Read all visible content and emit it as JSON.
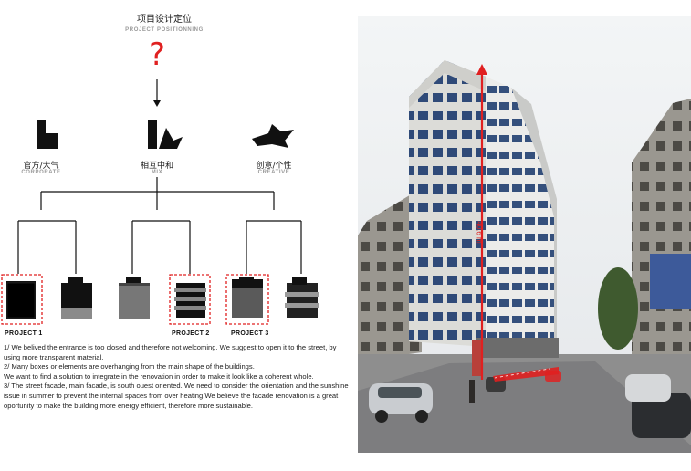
{
  "header": {
    "title_cn": "项目设计定位",
    "title_en": "PROJECT  POSITIONNING",
    "question_mark": "?"
  },
  "positions": [
    {
      "label_cn": "官方/大气",
      "label_en": "CORPORATE"
    },
    {
      "label_cn": "相互中和",
      "label_en": "MIX"
    },
    {
      "label_cn": "创意/个性",
      "label_en": "CREATIVE"
    }
  ],
  "projects": [
    {
      "label": "PROJECT  1"
    },
    {
      "label": "PROJECT  2"
    },
    {
      "label": "PROJECT  3"
    }
  ],
  "notes": [
    "1/ We belived the entrance is too closed and therefore not welcoming. We suggest to open it to the street, by using more transparent material.",
    "2/ Many boxes or elements are overhanging from the main shape of the buildings.",
    "We want to find a solution to integrate in the renovation in order to make it look like a coherent whole.",
    "3/ The street facade, main facade, is south ouest oriented. We need to consider the orientation and the sunshine issue in summer to prevent the internal spaces from over heating.We believe the facade renovation is a great oportunity to make the building more energy efficient, therefore more sustainable."
  ],
  "photo": {
    "height_label": "40.6 m"
  },
  "colors": {
    "accent_red": "#e02020",
    "dark": "#111111",
    "grey": "#7a7a7a",
    "sky": "#eef1f3"
  }
}
